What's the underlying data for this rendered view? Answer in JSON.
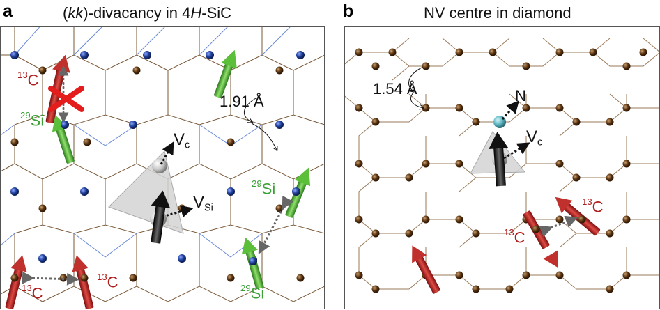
{
  "panel_a": {
    "letter": "a",
    "title_italic_1": "kk",
    "title_mid": ")-divacancy in 4",
    "title_italic_2": "H",
    "title_end": "-SiC",
    "title_open": "(",
    "distance": "1.91 Å",
    "vacancy_c_main": "V",
    "vacancy_c_sub": "c",
    "vacancy_si_main": "V",
    "vacancy_si_sub": "Si",
    "c13_mass": "13",
    "c13_elem": "C",
    "si29_mass": "29",
    "si29_elem": "Si"
  },
  "panel_b": {
    "letter": "b",
    "title": "NV centre in diamond",
    "distance": "1.54 Å",
    "nitrogen": "N",
    "vacancy_main": "V",
    "vacancy_sub": "c",
    "c13_mass": "13",
    "c13_elem": "C"
  },
  "colors": {
    "carbon": "#5a3410",
    "silicon": "#1f3f9a",
    "nitrogen": "#5fb8c4",
    "vacancy": "#c8c8c8",
    "c13_spin": "#c0302c",
    "si29_spin": "#5cbf3a",
    "electron_spin": "#1a1a1a"
  }
}
